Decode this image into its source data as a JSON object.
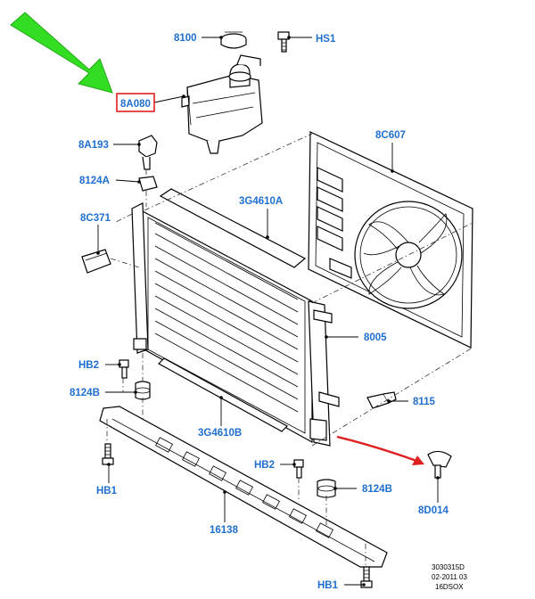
{
  "callouts": {
    "c8100": "8100",
    "cHS1": "HS1",
    "c8A080": "8A080",
    "c8A193": "8A193",
    "c8124A": "8124A",
    "c8C607": "8C607",
    "c3G4610A": "3G4610A",
    "c8C371": "8C371",
    "c8005": "8005",
    "cHB2_left": "HB2",
    "c8124B_left": "8124B",
    "c8115": "8115",
    "c3G4610B": "3G4610B",
    "cHB2_right": "HB2",
    "c8124B_right": "8124B",
    "cHB1_left": "HB1",
    "c8D014": "8D014",
    "c16138": "16138",
    "cHB1_bottom": "HB1"
  },
  "footer": {
    "line1": "3030315D",
    "line2": "02-2011 03",
    "line3": "16DSOX"
  },
  "colors": {
    "callout_text": "#1f6fd1",
    "highlight_box": "#e02020",
    "green_arrow": "#33dd22",
    "red_arrow": "#e02020"
  }
}
